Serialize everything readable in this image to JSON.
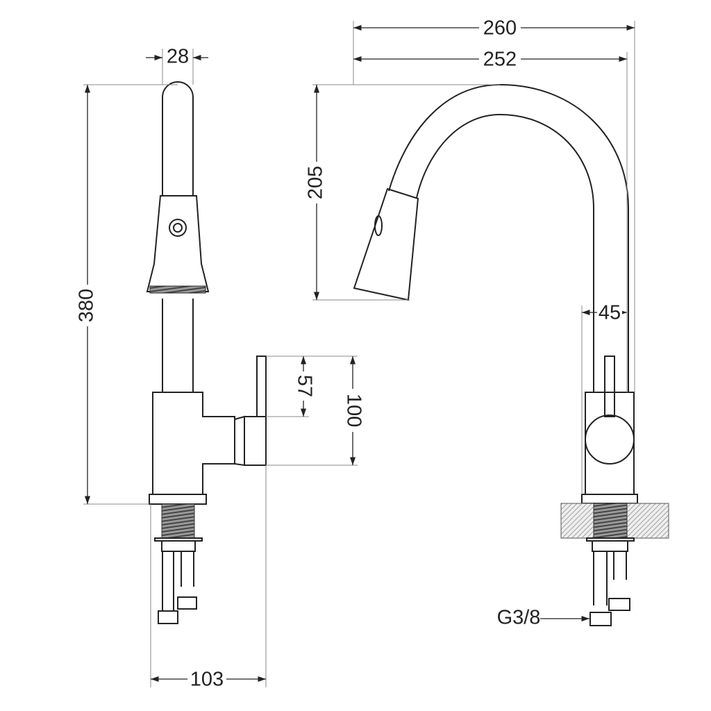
{
  "title": "Faucet technical drawing",
  "dimensions": {
    "width_head": "28",
    "height_total": "380",
    "handle_57": "57",
    "handle_100": "100",
    "depth_103": "103",
    "reach_260": "260",
    "reach_252": "252",
    "spout_height_205": "205",
    "body_45": "45",
    "connection": "G3/8"
  },
  "colors": {
    "line": "#222222",
    "hatch": "#888888"
  }
}
